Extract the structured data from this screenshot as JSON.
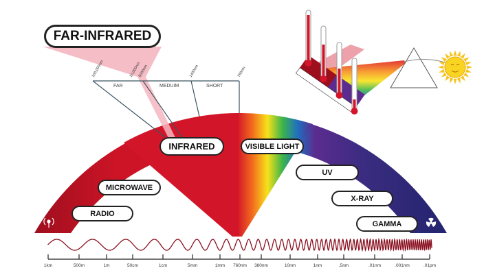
{
  "labels": {
    "far_infrared": "FAR-INFRARED",
    "infrared": "INFRARED",
    "visible_light": "VISIBLE LIGHT",
    "uv": "UV",
    "xray": "X-RAY",
    "gamma": "GAMMA",
    "microwave": "MICROWAVE",
    "radio": "RADIO"
  },
  "infrared_bands": [
    "FAR",
    "MEDUIM",
    "SHORT"
  ],
  "infrared_boundaries": [
    "100,000nm",
    "10,000nm",
    "5000nm",
    "1400nm",
    "780nm"
  ],
  "scale_ticks": [
    "1km",
    "500m",
    "1m",
    "50cm",
    "1cm",
    "5mm",
    "1mm",
    "760nm",
    "380nm",
    "10nm",
    "1nm",
    ".5nm",
    ".01nm",
    ".001nm",
    ".01pm"
  ],
  "icons": [
    "radio-wave-icon",
    "radiation-icon",
    "sun-icon",
    "prism-icon",
    "thermometer-icon"
  ],
  "colors": {
    "infrared": "#d3152a",
    "dark_red": "#9e0f1e",
    "far_infrared_beam": "#f4b6c0",
    "uv_navy": "#2b2a78",
    "wave": "#8a1020"
  }
}
